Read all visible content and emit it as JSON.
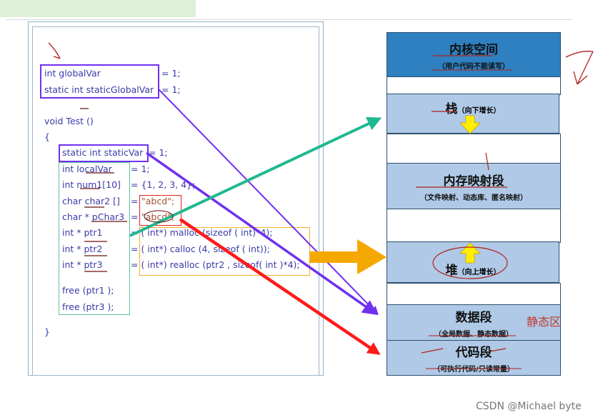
{
  "code": {
    "global_decl": "int globalVar",
    "global_init": "= 1;",
    "static_global_decl": "static int staticGlobalVar",
    "static_global_init": "= 1;",
    "func_sig": "void Test ()",
    "open_brace": "{",
    "close_brace": "}",
    "static_var_decl": "static int staticVar",
    "static_var_init": "= 1;",
    "local_var_decl": "int localVar",
    "local_var_init": "= 1;",
    "num1_decl": "int num1[10]",
    "num1_init": "= {1, 2, 3, 4};",
    "char2_decl": "char char2 []",
    "char2_eq": "=",
    "char2_str": "\"abcd\";",
    "pchar3_decl": "char * pChar3",
    "pchar3_eq": "=",
    "pchar3_str": "\"abcd\";",
    "ptr1_decl": "int * ptr1",
    "ptr1_init": "= ( int*) malloc (sizeof ( int)*4);",
    "ptr2_decl": "int * ptr2",
    "ptr2_init": "= ( int*) calloc (4, sizeof ( int));",
    "ptr3_decl": "int * ptr3",
    "ptr3_init": "= ( int*) realloc (ptr2 , sizeof( int )*4);",
    "free1": "free (ptr1 );",
    "free3": "free (ptr3 );"
  },
  "memory": {
    "kernel_title": "内核空间",
    "kernel_sub": "（用户代码不能读写）",
    "stack_title": "栈",
    "stack_sub": "（向下增长）",
    "mmap_title": "内存映射段",
    "mmap_sub": "（文件映射、动态库、匿名映射）",
    "heap_title": "堆",
    "heap_sub": "（向上增长）",
    "data_title": "数据段",
    "data_sub": "（全局数据、静态数据）",
    "code_title": "代码段",
    "code_sub": "（可执行代码/只读常量）"
  },
  "static_area_label": "静态区",
  "watermark": "CSDN @Michael byte",
  "colors": {
    "kernel": "#2e80c0",
    "segment": "#afc9e6",
    "purple_arrow": "#7030f0",
    "teal_arrow": "#20b890",
    "orange_arrow": "#f5a800",
    "red_arrow": "#ff1a1a",
    "up_down_arrow": "#ffee00"
  }
}
